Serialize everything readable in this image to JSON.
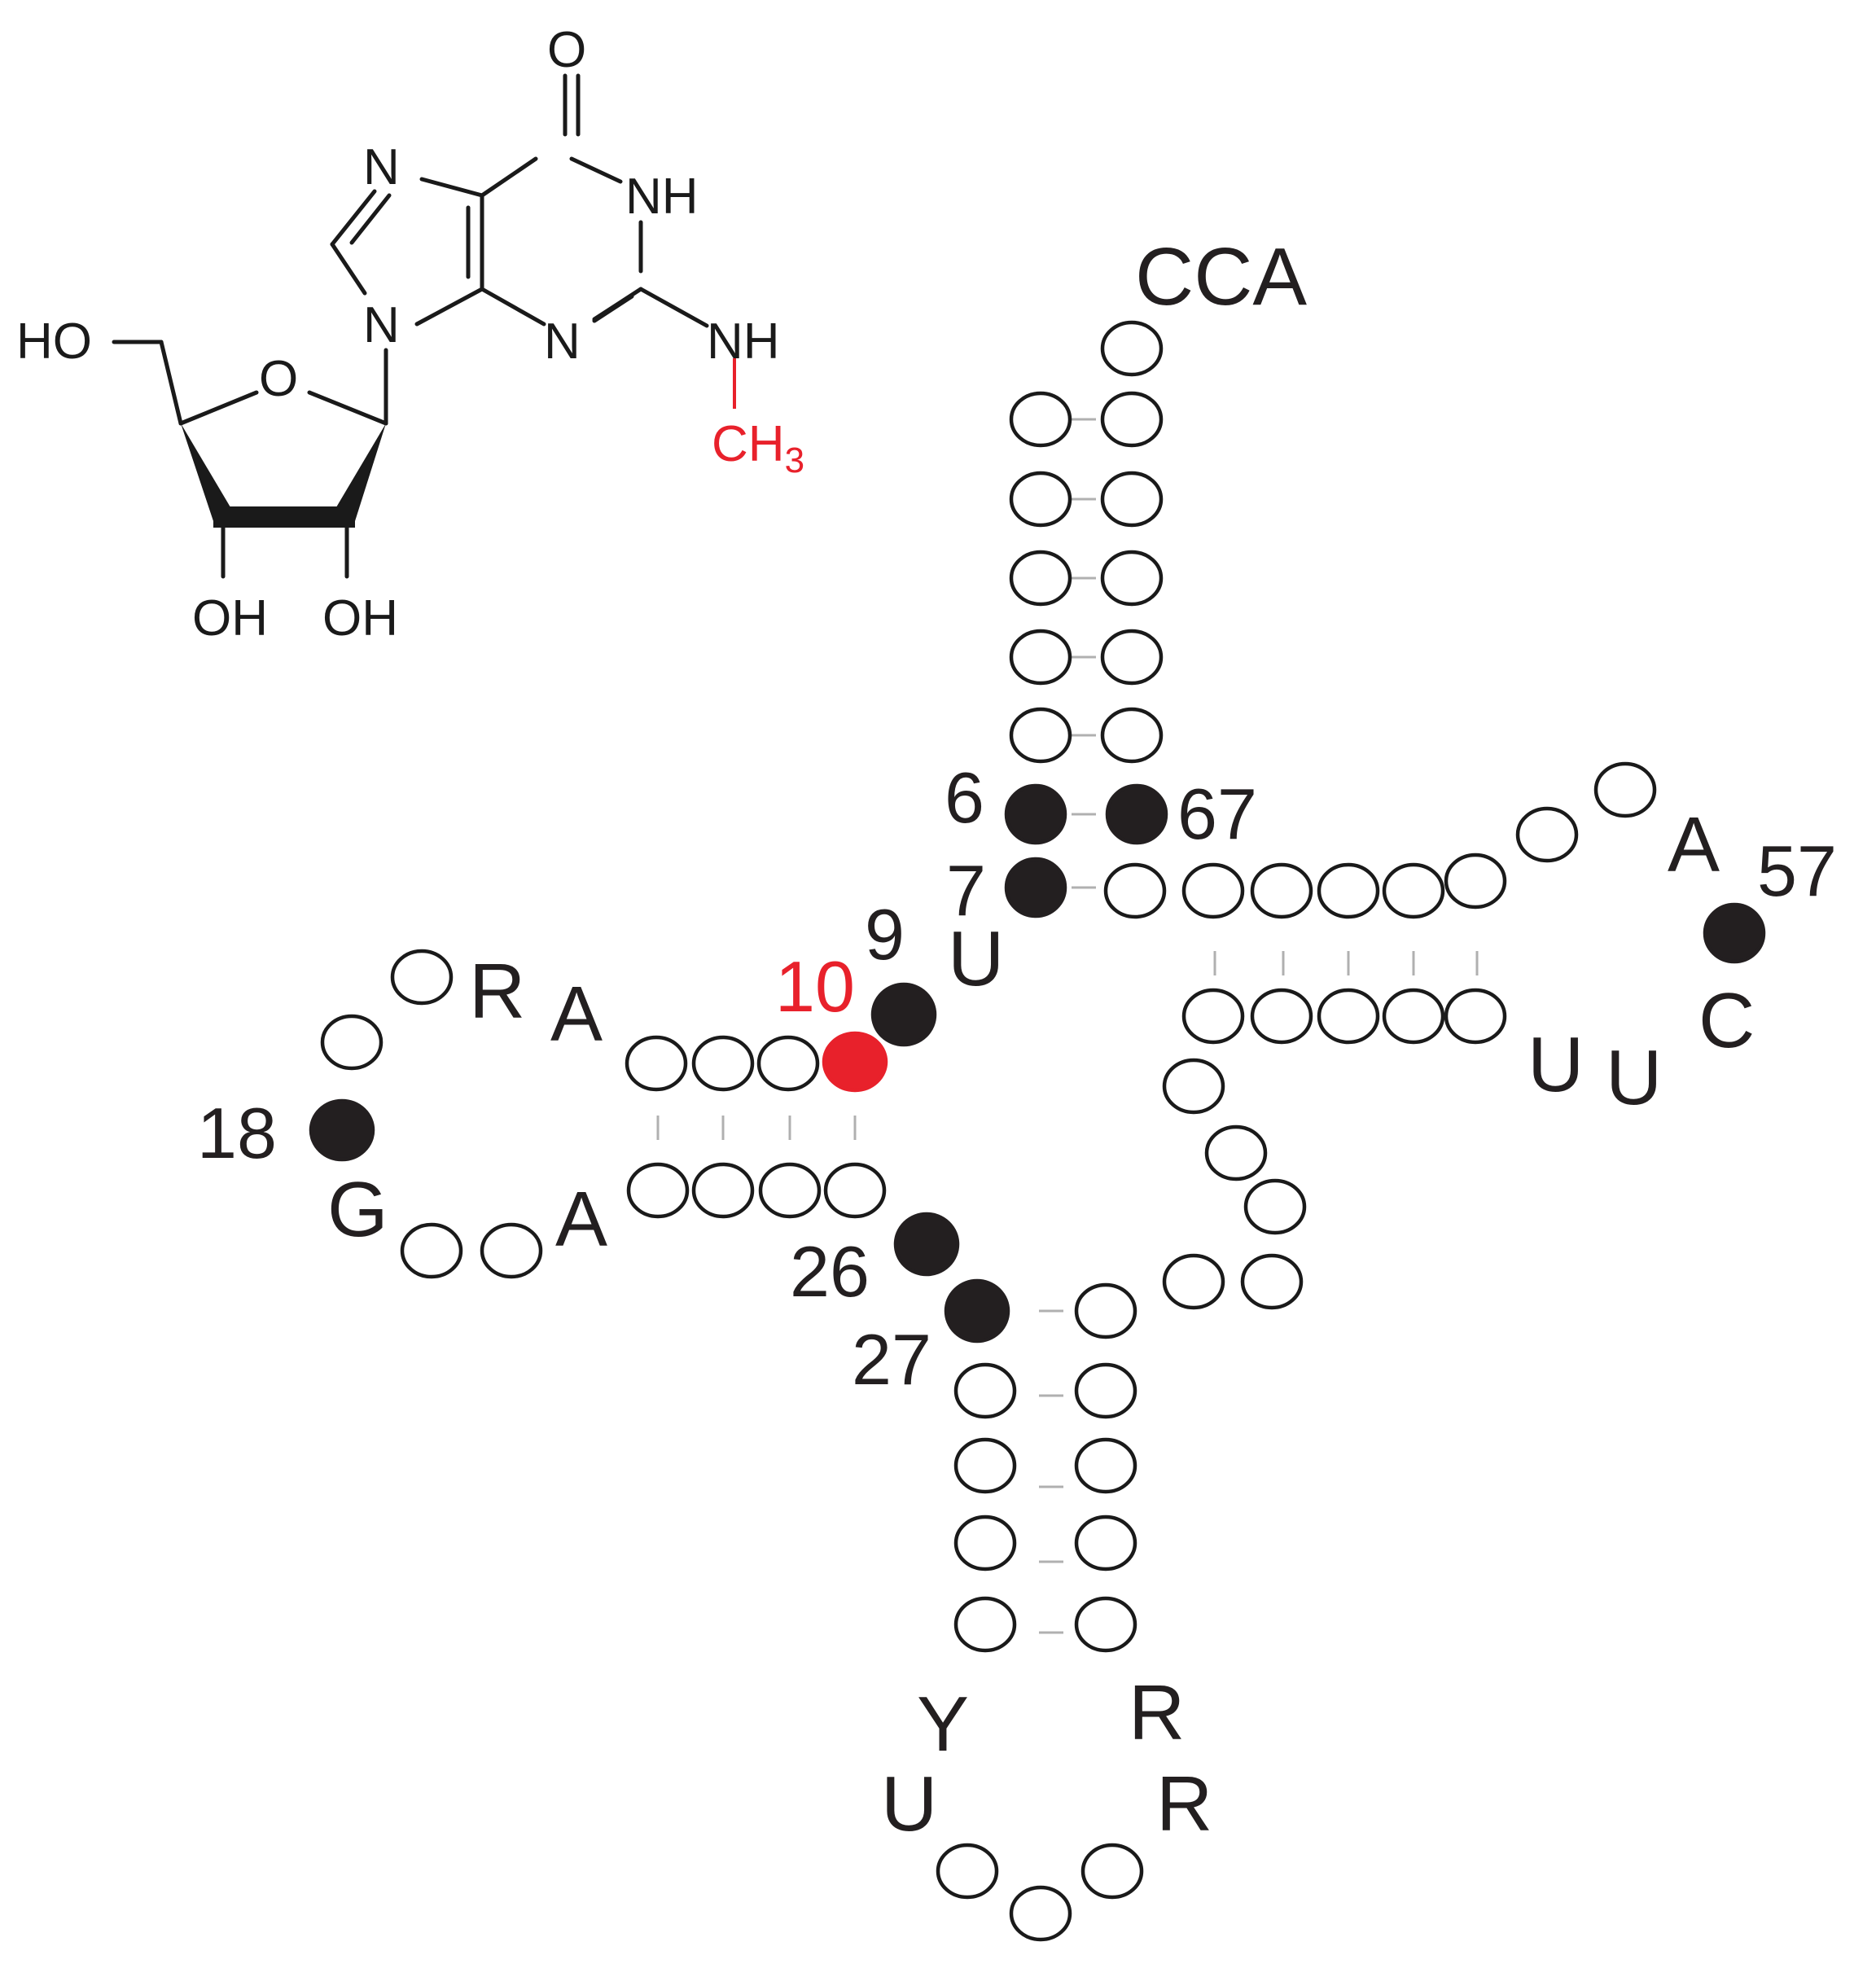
{
  "molecule": {
    "atoms": {
      "o_carbonyl": "O",
      "n7": "N",
      "nh1": "NH",
      "n9": "N",
      "n3": "N",
      "nh_amine": "NH",
      "methyl": "CH",
      "methyl_subscript": "3",
      "ho5": "HO",
      "o_ring": "O",
      "oh3": "OH",
      "oh2": "OH"
    },
    "highlight_color": "#e8212b"
  },
  "trna": {
    "cca": "CCA",
    "positions": {
      "p6": "6",
      "p7": "7",
      "p9": "9",
      "p10": "10",
      "p18": "18",
      "p26": "26",
      "p27": "27",
      "p57": "57",
      "p67": "67"
    },
    "letters": {
      "u9": "U",
      "a_d1": "A",
      "r_d": "R",
      "g_d": "G",
      "a_d2": "A",
      "a_t": "A",
      "c_t": "C",
      "u_t1": "U",
      "u_t2": "U",
      "y_ac": "Y",
      "u_ac": "U",
      "r_ac1": "R",
      "r_ac2": "R"
    },
    "colors": {
      "conserved": "#231f20",
      "modified": "#e8212b"
    }
  }
}
